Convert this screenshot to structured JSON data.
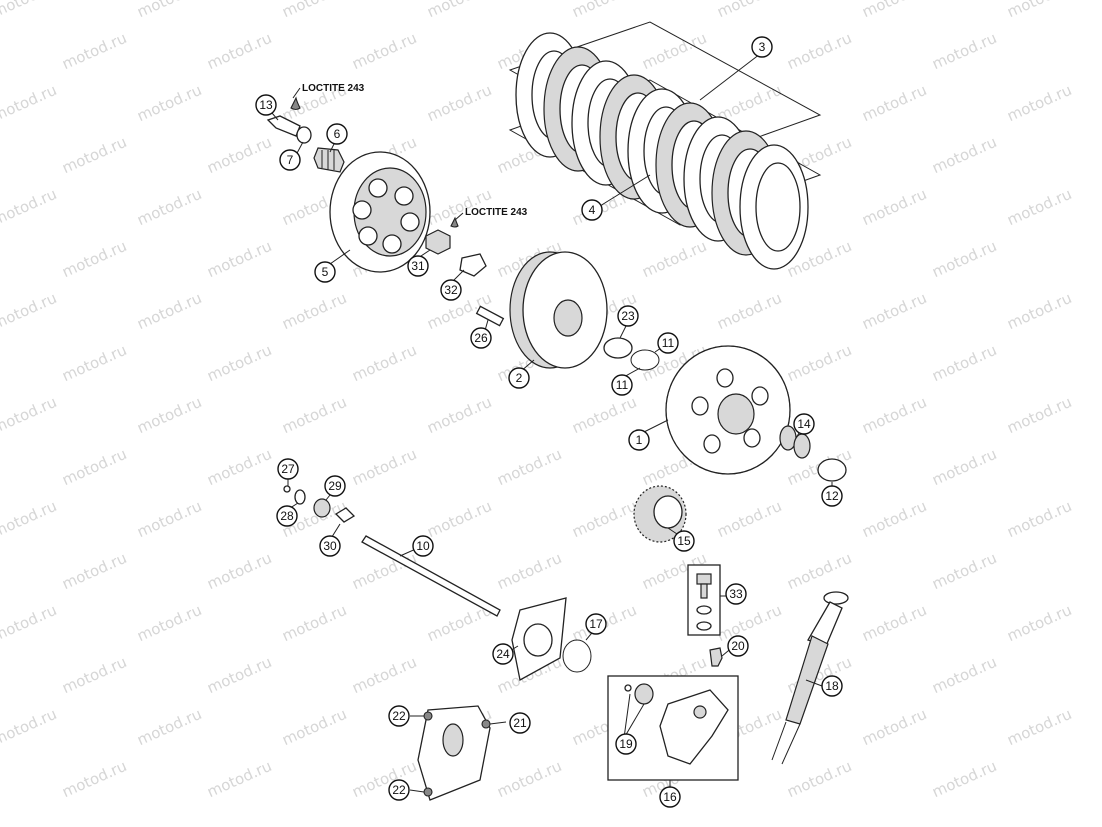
{
  "watermark": "motod.ru",
  "loctite": [
    "LOCTITE 243",
    "LOCTITE 243"
  ],
  "callouts": {
    "c1": "1",
    "c2": "2",
    "c3": "3",
    "c4": "4",
    "c5": "5",
    "c6": "6",
    "c7": "7",
    "c10": "10",
    "c11a": "11",
    "c11b": "11",
    "c12": "12",
    "c13": "13",
    "c14": "14",
    "c15": "15",
    "c16": "16",
    "c17": "17",
    "c18": "18",
    "c19": "19",
    "c20": "20",
    "c21": "21",
    "c22a": "22",
    "c22b": "22",
    "c23": "23",
    "c24": "24",
    "c26": "26",
    "c27": "27",
    "c28": "28",
    "c29": "29",
    "c30": "30",
    "c31": "31",
    "c32": "32",
    "c33": "33"
  }
}
